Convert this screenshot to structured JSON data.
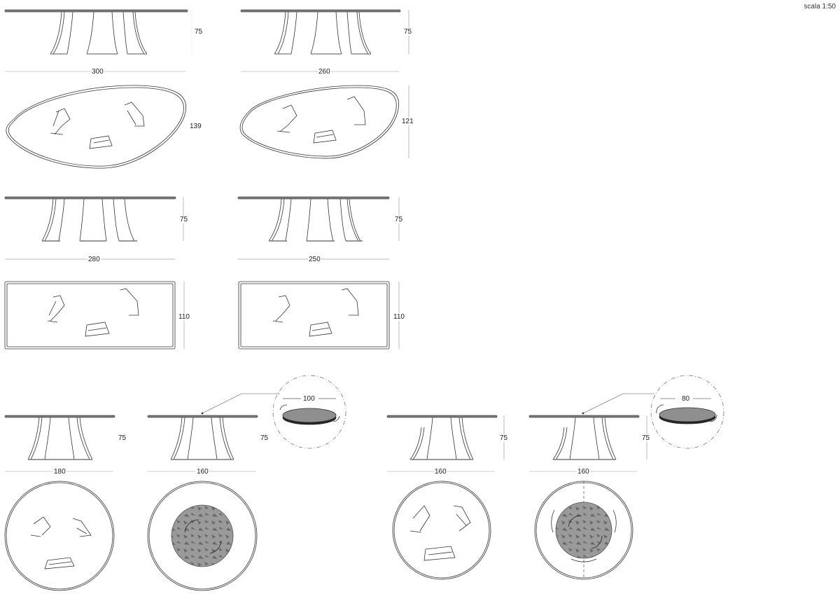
{
  "header": {
    "scale_label": "scala 1:50"
  },
  "tables": [
    {
      "id": "oval-300",
      "shape": "oval",
      "elevation": {
        "width_label": "300",
        "height_label": "75"
      },
      "plan": {
        "depth_label": "139"
      }
    },
    {
      "id": "oval-260",
      "shape": "oval",
      "elevation": {
        "width_label": "260",
        "height_label": "75"
      },
      "plan": {
        "depth_label": "121"
      }
    },
    {
      "id": "rect-280",
      "shape": "rectangular",
      "elevation": {
        "width_label": "280",
        "height_label": "75"
      },
      "plan": {
        "depth_label": "110"
      }
    },
    {
      "id": "rect-250",
      "shape": "rectangular",
      "elevation": {
        "width_label": "250",
        "height_label": "75"
      },
      "plan": {
        "depth_label": "110"
      }
    },
    {
      "id": "round-180",
      "shape": "round",
      "elevation": {
        "width_label": "180",
        "height_label": "75"
      }
    },
    {
      "id": "round-160-lazy-susan-100",
      "shape": "round",
      "elevation": {
        "width_label": "160",
        "height_label": "75"
      },
      "detail": {
        "lazy_susan_label": "100"
      }
    },
    {
      "id": "round-160",
      "shape": "round",
      "elevation": {
        "width_label": "160",
        "height_label": "75"
      }
    },
    {
      "id": "round-160-lazy-susan-80",
      "shape": "round",
      "elevation": {
        "width_label": "160",
        "height_label": "75"
      },
      "detail": {
        "lazy_susan_label": "80"
      }
    }
  ],
  "colors": {
    "line": "#333333",
    "top": "#777777",
    "lazy_susan": "#8f8f8f",
    "dim_line": "#999999"
  }
}
